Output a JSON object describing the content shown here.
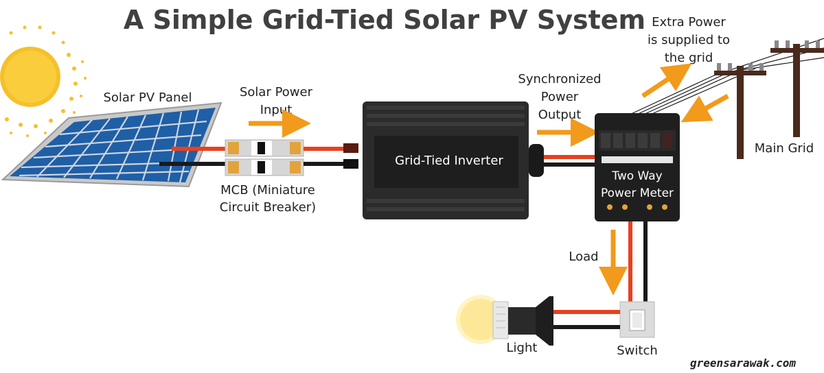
{
  "title": "A Simple Grid-Tied Solar PV System",
  "labels": {
    "solar_panel": "Solar PV Panel",
    "solar_input_1": "Solar Power",
    "solar_input_2": "Input",
    "mcb_1": "MCB (Miniature",
    "mcb_2": "Circuit Breaker)",
    "inverter": "Grid-Tied Inverter",
    "sync_1": "Synchronized",
    "sync_2": "Power",
    "sync_3": "Output",
    "meter_1": "Two Way",
    "meter_2": "Power Meter",
    "extra_1": "Extra Power",
    "extra_2": "is supplied to",
    "extra_3": "the grid",
    "main_grid": "Main Grid",
    "load": "Load",
    "light": "Light",
    "switch": "Switch"
  },
  "watermark": "greensarawak.com",
  "colors": {
    "arrow": "#f29a1b",
    "wire_red": "#e8401f",
    "wire_black": "#1a1a1a",
    "panel_cell": "#1f5fa6",
    "sun": "#f6c02a",
    "pole": "#4a2a1c"
  }
}
